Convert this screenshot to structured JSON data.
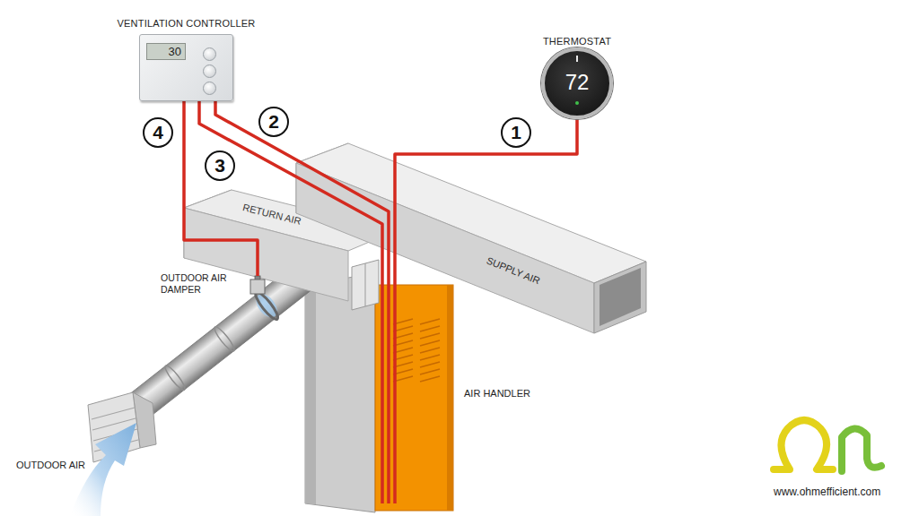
{
  "diagram": {
    "nodes": [
      {
        "text": [
          "VENTILATION CONTROLLER",
          "30"
        ]
      },
      {
        "text": [
          "THERMOSTAT",
          "72"
        ]
      },
      {
        "text": [
          "OUTDOOR AIR DAMPER"
        ]
      },
      {
        "text": [
          "AIR HANDLER"
        ]
      }
    ],
    "edges": [
      {
        "from": 1,
        "to": 3,
        "label": "1",
        "arrow": "none"
      },
      {
        "from": 0,
        "to": 3,
        "label": "2",
        "arrow": "none"
      },
      {
        "from": 0,
        "to": 3,
        "label": "3",
        "arrow": "none"
      },
      {
        "from": 0,
        "to": 2,
        "label": "4",
        "arrow": "none"
      }
    ],
    "labels": [
      "RETURN AIR",
      "SUPPLY AIR",
      "OUTDOOR AIR",
      "www.ohmefficient.com"
    ]
  }
}
